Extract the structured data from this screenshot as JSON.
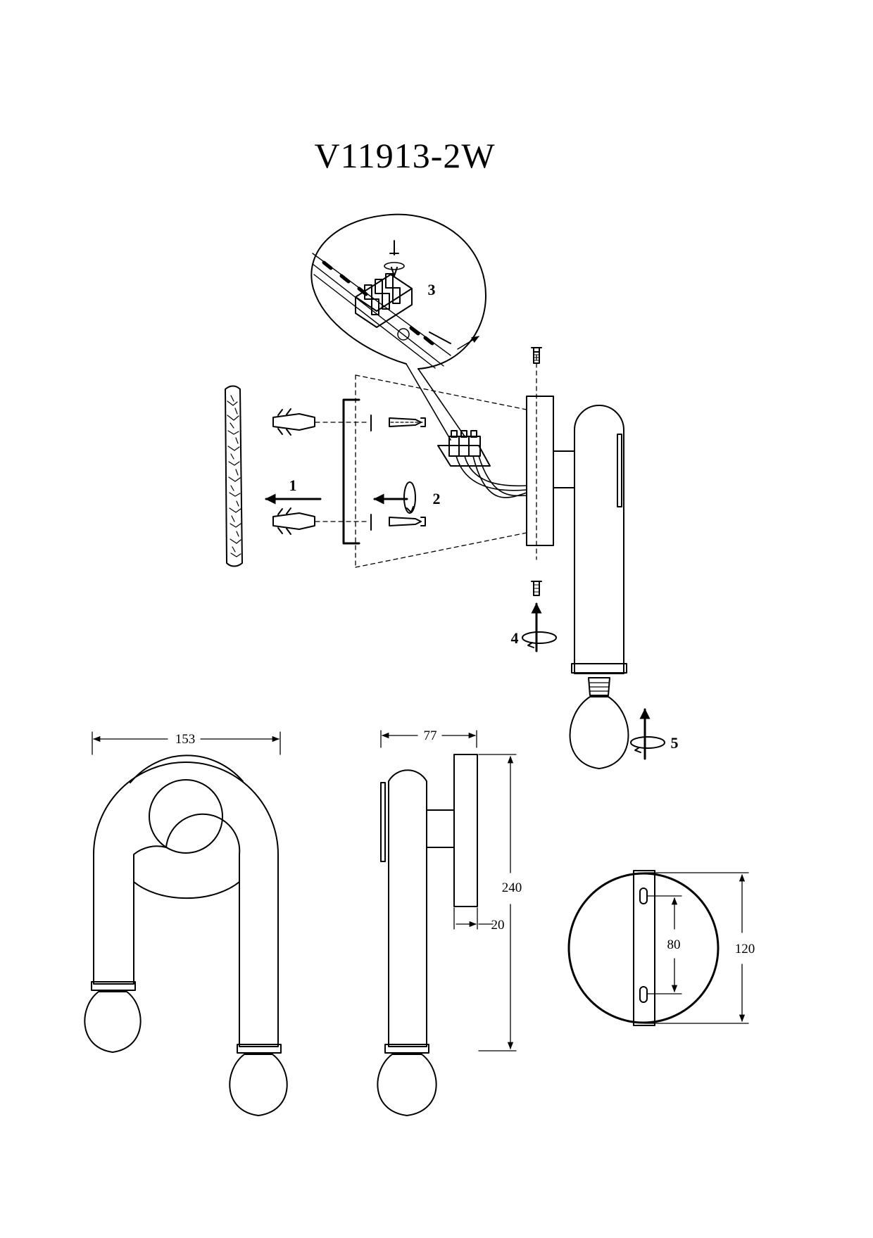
{
  "title": "V11913-2W",
  "steps": [
    "1",
    "2",
    "3",
    "4",
    "5"
  ],
  "dimensions": {
    "width": "153",
    "depth": "77",
    "height": "240",
    "plate_thickness": "20",
    "mount_spacing": "80",
    "plate_diameter": "120"
  },
  "colors": {
    "line": "#000000",
    "background": "#ffffff"
  }
}
